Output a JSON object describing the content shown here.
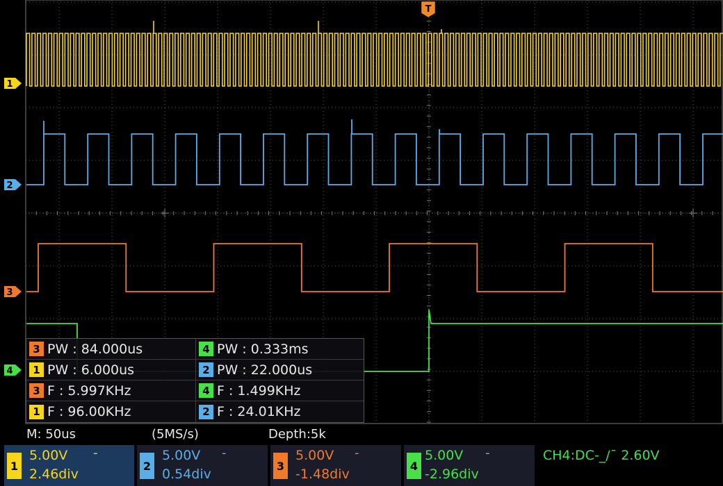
{
  "colors": {
    "ch1": "#f7d51a",
    "ch2": "#5aaee8",
    "ch3": "#f07a2c",
    "ch4": "#47e048",
    "grid": "#5a5a5a",
    "trigger_marker": "#f08a24"
  },
  "trigger_marker": {
    "label": "T"
  },
  "channel_markers": [
    {
      "id": "1",
      "label": "1"
    },
    {
      "id": "2",
      "label": "2"
    },
    {
      "id": "3",
      "label": "3"
    },
    {
      "id": "4",
      "label": "4"
    }
  ],
  "measurements": [
    {
      "channel": "3",
      "text": "PW : 84.000us"
    },
    {
      "channel": "4",
      "text": "PW : 0.333ms"
    },
    {
      "channel": "1",
      "text": "PW : 6.000us"
    },
    {
      "channel": "2",
      "text": "PW : 22.000us"
    },
    {
      "channel": "3",
      "text": "F : 5.997KHz"
    },
    {
      "channel": "4",
      "text": "F : 1.499KHz"
    },
    {
      "channel": "1",
      "text": "F : 96.00KHz"
    },
    {
      "channel": "2",
      "text": "F : 24.01KHz"
    }
  ],
  "status": {
    "timebase": "M: 50us",
    "sample_rate": "(5MS/s)",
    "depth": "Depth:5k"
  },
  "channels": [
    {
      "id": "1",
      "volts_per_div": "5.00V",
      "coupling": "-",
      "offset": "2.46div"
    },
    {
      "id": "2",
      "volts_per_div": "5.00V",
      "coupling": "-",
      "offset": "0.54div"
    },
    {
      "id": "3",
      "volts_per_div": "5.00V",
      "coupling": "-",
      "offset": "-1.48div"
    },
    {
      "id": "4",
      "volts_per_div": "5.00V",
      "coupling": "-",
      "offset": "-2.96div"
    }
  ],
  "trigger_info": "CH4:DC-_/¯ 2.60V"
}
